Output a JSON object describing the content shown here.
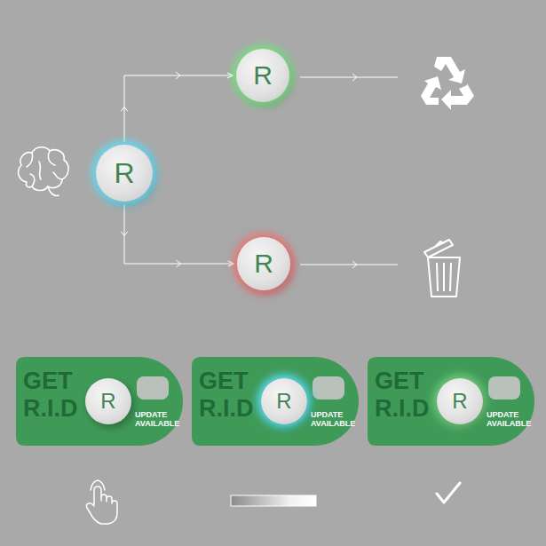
{
  "diagram": {
    "nodes": [
      {
        "text": [
          "R"
        ]
      },
      {
        "text": [
          "R"
        ]
      },
      {
        "text": [
          "R"
        ]
      },
      {
        "text": [
          "GET R.I.D",
          "UPDATE AVAILABLE"
        ]
      },
      {
        "text": [
          "R"
        ],
        "in": 3
      },
      {
        "text": [
          "GET R.I.D",
          "UPDATE AVAILABLE"
        ]
      },
      {
        "text": [
          "R"
        ],
        "in": 5
      },
      {
        "text": [
          "GET R.I.D",
          "UPDATE AVAILABLE"
        ]
      },
      {
        "text": [
          "R"
        ],
        "in": 7
      }
    ],
    "edges": [
      {
        "from": 0,
        "to": 1,
        "arrow": "to"
      },
      {
        "from": 0,
        "to": 2,
        "arrow": "to"
      }
    ]
  }
}
